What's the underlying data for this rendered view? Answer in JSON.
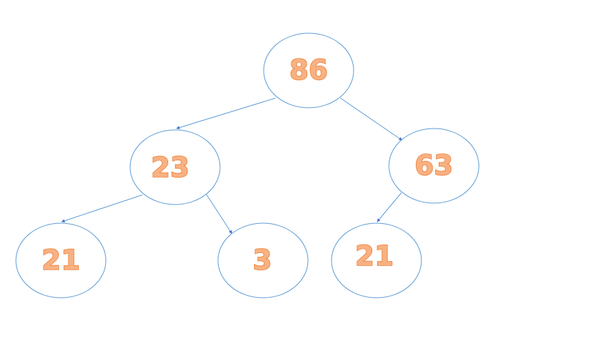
{
  "diagram": {
    "type": "binary-tree",
    "colors": {
      "node_outline": "#5b9bd5",
      "edge": "#5b9bd5",
      "label_fill": "#f8b182",
      "label_outline": "#ed7d31",
      "background": "#ffffff"
    },
    "nodes": [
      {
        "id": "root",
        "label": "86"
      },
      {
        "id": "left",
        "label": "23"
      },
      {
        "id": "right",
        "label": "63"
      },
      {
        "id": "left-left",
        "label": "21"
      },
      {
        "id": "left-right",
        "label": "3"
      },
      {
        "id": "right-left",
        "label": "21"
      }
    ],
    "edges": [
      {
        "from": "root",
        "to": "left"
      },
      {
        "from": "root",
        "to": "right"
      },
      {
        "from": "left",
        "to": "left-left"
      },
      {
        "from": "left",
        "to": "left-right"
      },
      {
        "from": "right",
        "to": "right-left"
      }
    ]
  }
}
